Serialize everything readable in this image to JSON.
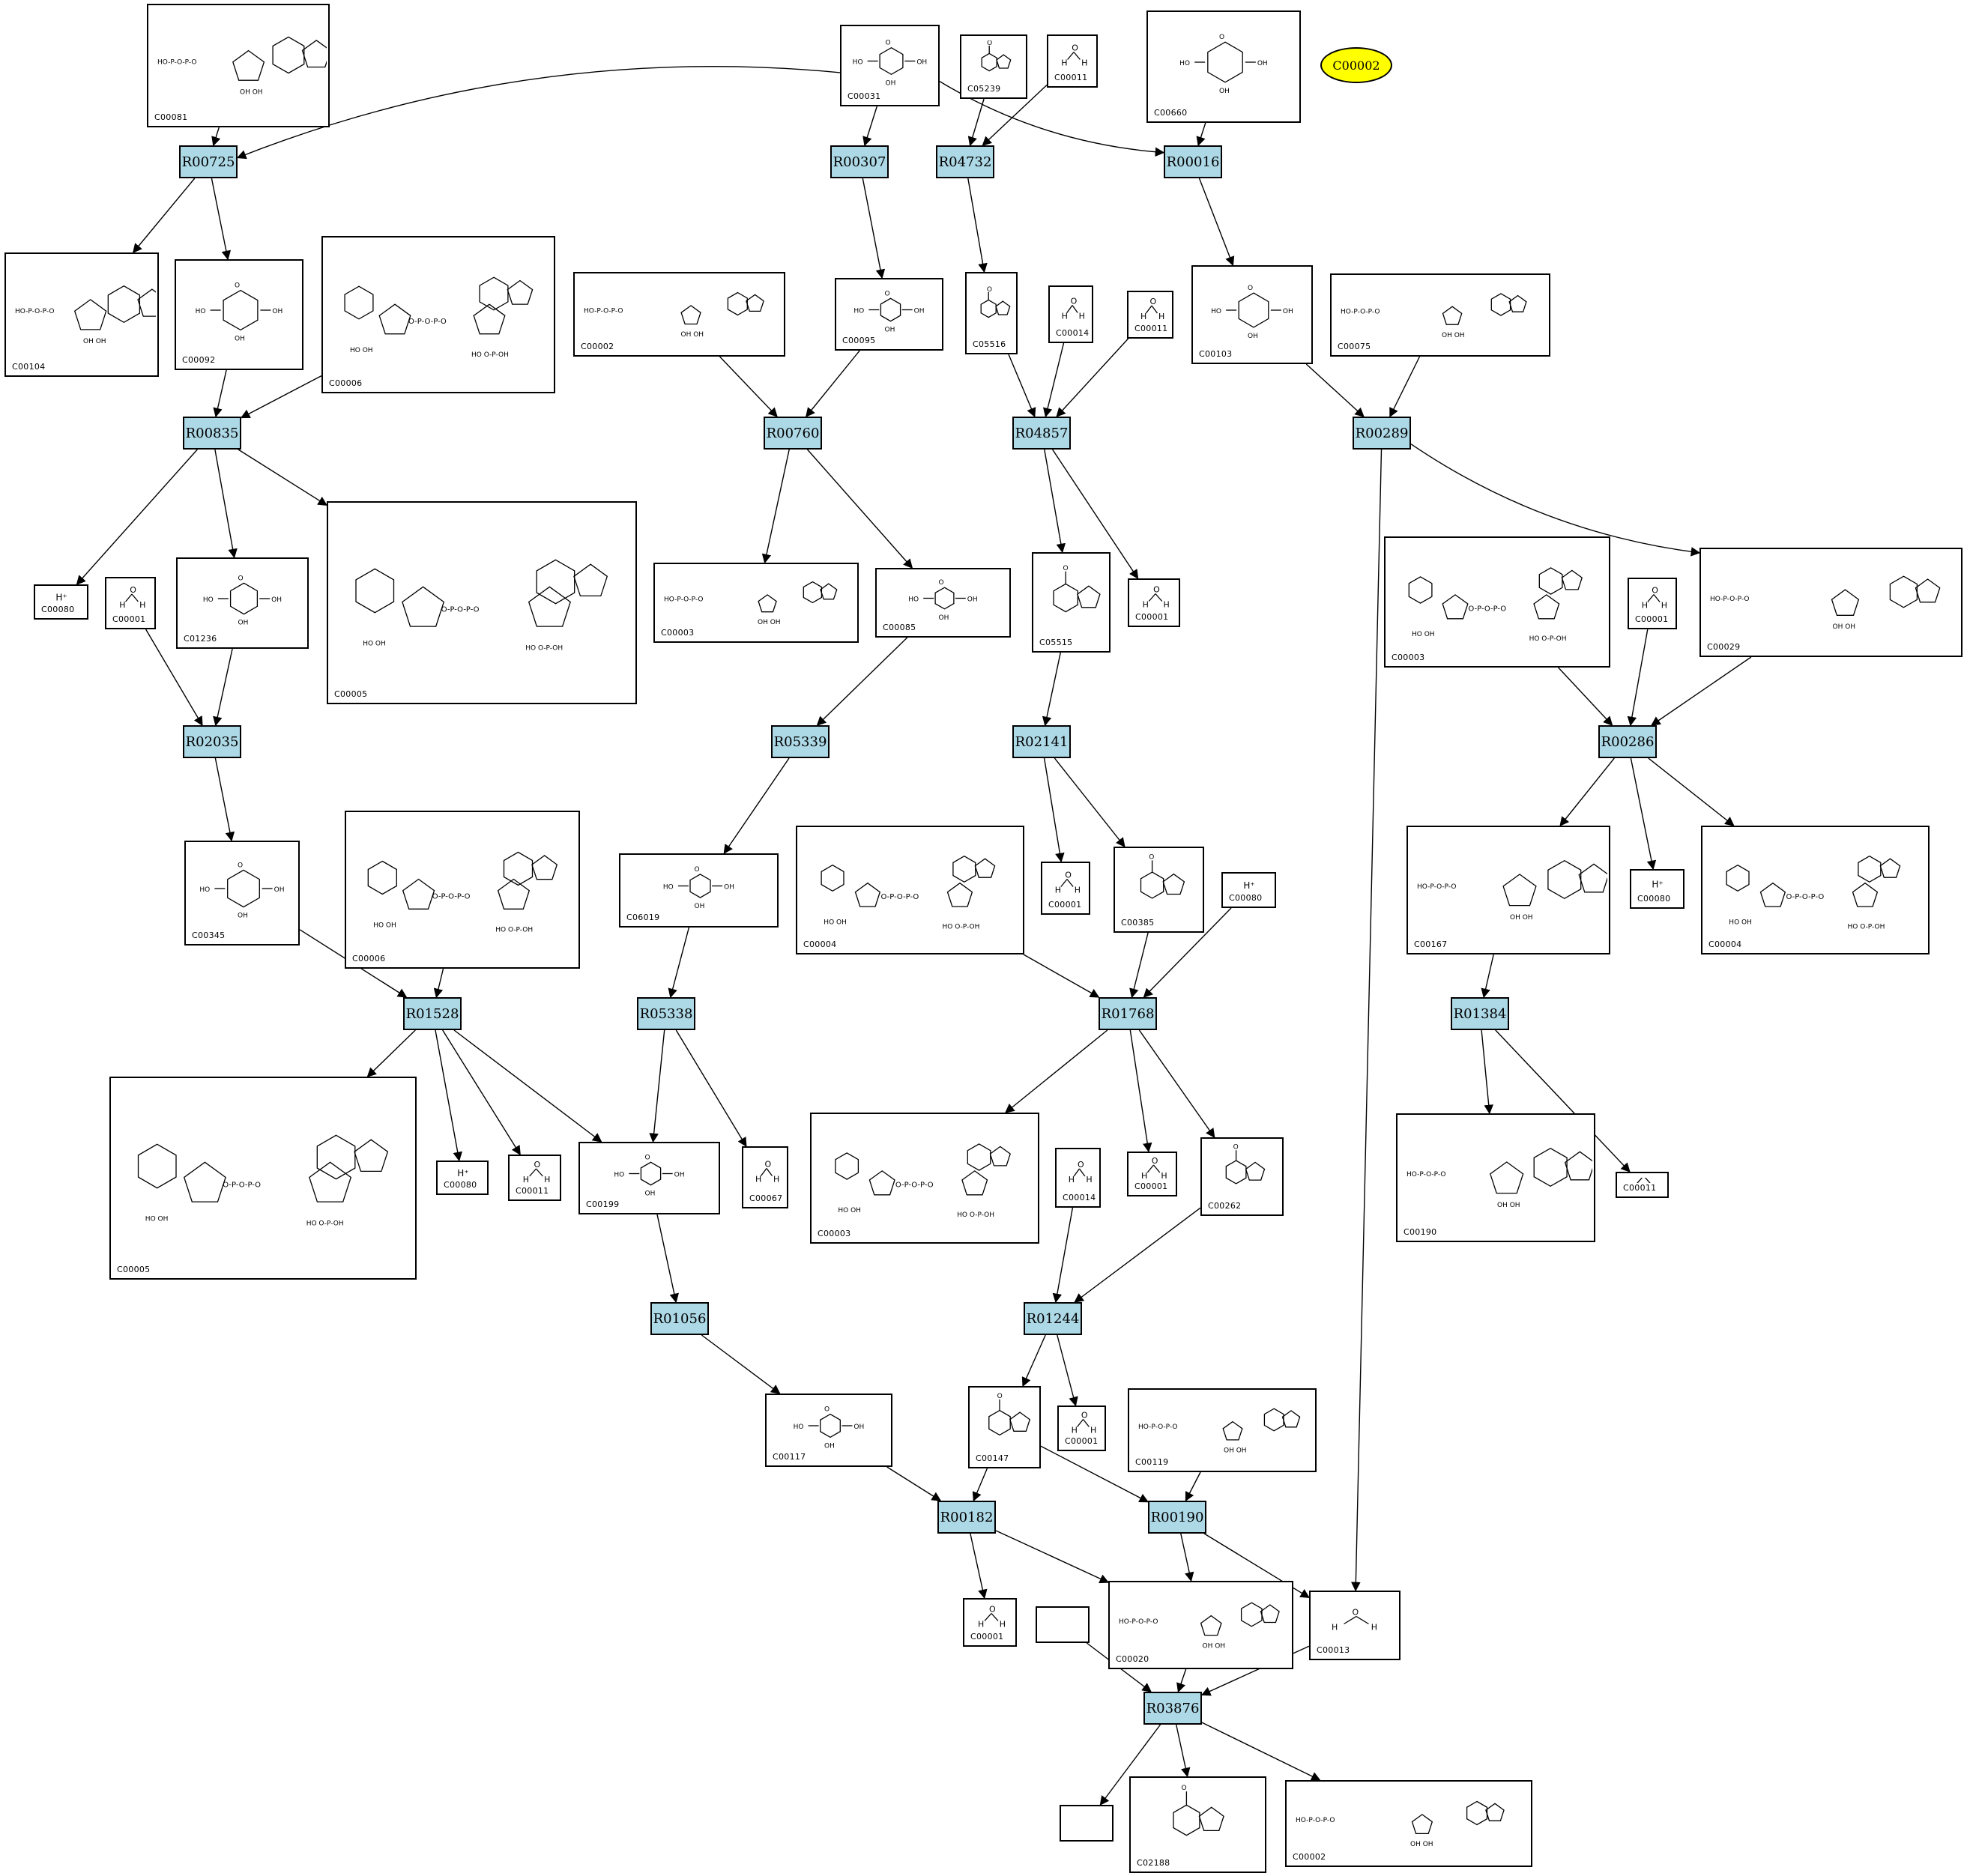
{
  "highlight": {
    "label": "C00002",
    "color": "#ffff00"
  },
  "colors": {
    "reaction_fill": "#add8e6",
    "border": "#000000",
    "highlight": "#ffff00"
  },
  "reactions": [
    {
      "id": "R00725",
      "label": "R00725"
    },
    {
      "id": "R00307",
      "label": "R00307"
    },
    {
      "id": "R04732",
      "label": "R04732"
    },
    {
      "id": "R00016",
      "label": "R00016"
    },
    {
      "id": "R00835",
      "label": "R00835"
    },
    {
      "id": "R00760",
      "label": "R00760"
    },
    {
      "id": "R04857",
      "label": "R04857"
    },
    {
      "id": "R00289",
      "label": "R00289"
    },
    {
      "id": "R02035",
      "label": "R02035"
    },
    {
      "id": "R05339",
      "label": "R05339"
    },
    {
      "id": "R02141",
      "label": "R02141"
    },
    {
      "id": "R00286",
      "label": "R00286"
    },
    {
      "id": "R01528",
      "label": "R01528"
    },
    {
      "id": "R05338",
      "label": "R05338"
    },
    {
      "id": "R01768",
      "label": "R01768"
    },
    {
      "id": "R01384",
      "label": "R01384"
    },
    {
      "id": "R01056",
      "label": "R01056"
    },
    {
      "id": "R01244",
      "label": "R01244"
    },
    {
      "id": "R00182",
      "label": "R00182"
    },
    {
      "id": "R00190",
      "label": "R00190"
    },
    {
      "id": "R03876",
      "label": "R03876"
    }
  ],
  "compounds": [
    {
      "key": "n1",
      "label": "C00081",
      "kind": "nucleotide"
    },
    {
      "key": "n2",
      "label": "C00031",
      "kind": "sugar"
    },
    {
      "key": "n3",
      "label": "C05239",
      "kind": "ring"
    },
    {
      "key": "n4",
      "label": "C00011",
      "kind": "small"
    },
    {
      "key": "n5",
      "label": "C00660",
      "kind": "sugar"
    },
    {
      "key": "n6",
      "label": "C00104",
      "kind": "nucleotide"
    },
    {
      "key": "n7",
      "label": "C00092",
      "kind": "sugar"
    },
    {
      "key": "n8",
      "label": "C00006",
      "kind": "cofactor"
    },
    {
      "key": "n9",
      "label": "C00002",
      "kind": "nucleotide"
    },
    {
      "key": "n10",
      "label": "C00095",
      "kind": "sugar"
    },
    {
      "key": "n11",
      "label": "C05516",
      "kind": "ring"
    },
    {
      "key": "n12",
      "label": "C00014",
      "kind": "small"
    },
    {
      "key": "n13",
      "label": "C00011",
      "kind": "small"
    },
    {
      "key": "n14",
      "label": "C00103",
      "kind": "sugar"
    },
    {
      "key": "n15",
      "label": "C00075",
      "kind": "nucleotide"
    },
    {
      "key": "n16",
      "label": "C00080",
      "kind": "proton"
    },
    {
      "key": "n17",
      "label": "C00001",
      "kind": "small"
    },
    {
      "key": "n18",
      "label": "C01236",
      "kind": "sugar"
    },
    {
      "key": "n19",
      "label": "C00005",
      "kind": "cofactor"
    },
    {
      "key": "n20",
      "label": "C00003",
      "kind": "nucleotide"
    },
    {
      "key": "n21",
      "label": "C00085",
      "kind": "sugar"
    },
    {
      "key": "n22",
      "label": "C05515",
      "kind": "ring"
    },
    {
      "key": "n23",
      "label": "C00001",
      "kind": "small"
    },
    {
      "key": "n24",
      "label": "C00003",
      "kind": "cofactor"
    },
    {
      "key": "n25",
      "label": "C00001",
      "kind": "small"
    },
    {
      "key": "n26",
      "label": "C00029",
      "kind": "nucleotide"
    },
    {
      "key": "n27",
      "label": "C00345",
      "kind": "sugar"
    },
    {
      "key": "n28",
      "label": "C00006",
      "kind": "cofactor"
    },
    {
      "key": "n29",
      "label": "C06019",
      "kind": "sugar"
    },
    {
      "key": "n30",
      "label": "C00004",
      "kind": "cofactor"
    },
    {
      "key": "n31",
      "label": "C00001",
      "kind": "small"
    },
    {
      "key": "n32",
      "label": "C00385",
      "kind": "ring"
    },
    {
      "key": "n33",
      "label": "C00080",
      "kind": "proton"
    },
    {
      "key": "n34",
      "label": "C00167",
      "kind": "nucleotide"
    },
    {
      "key": "n35",
      "label": "C00080",
      "kind": "proton"
    },
    {
      "key": "n36",
      "label": "C00004",
      "kind": "cofactor"
    },
    {
      "key": "n37",
      "label": "C00005",
      "kind": "cofactor"
    },
    {
      "key": "n38",
      "label": "C00080",
      "kind": "proton"
    },
    {
      "key": "n39",
      "label": "C00011",
      "kind": "small"
    },
    {
      "key": "n40",
      "label": "C00199",
      "kind": "sugar"
    },
    {
      "key": "n41",
      "label": "C00067",
      "kind": "small"
    },
    {
      "key": "n42",
      "label": "C00003",
      "kind": "cofactor"
    },
    {
      "key": "n43",
      "label": "C00014",
      "kind": "small"
    },
    {
      "key": "n44",
      "label": "C00001",
      "kind": "small"
    },
    {
      "key": "n45",
      "label": "C00262",
      "kind": "ring"
    },
    {
      "key": "n46",
      "label": "C00190",
      "kind": "nucleotide"
    },
    {
      "key": "n47",
      "label": "C00011",
      "kind": "small"
    },
    {
      "key": "n48",
      "label": "C00117",
      "kind": "sugar"
    },
    {
      "key": "n49",
      "label": "C00147",
      "kind": "ring"
    },
    {
      "key": "n50",
      "label": "C00001",
      "kind": "small"
    },
    {
      "key": "n51",
      "label": "C00119",
      "kind": "nucleotide"
    },
    {
      "key": "n52",
      "label": "C00001",
      "kind": "small"
    },
    {
      "key": "n53",
      "label": "C00020",
      "kind": "nucleotide"
    },
    {
      "key": "n54",
      "label": "C00013",
      "kind": "small"
    },
    {
      "key": "n55",
      "label": "C02188",
      "kind": "ring"
    },
    {
      "key": "n56",
      "label": "C00002",
      "kind": "nucleotide"
    }
  ],
  "empty_nodes": [
    {
      "key": "e1"
    },
    {
      "key": "e2"
    }
  ],
  "edges": [
    {
      "from": "n1",
      "to": "R00725"
    },
    {
      "from": "n2",
      "to": "R00725"
    },
    {
      "from": "R00725",
      "to": "n6"
    },
    {
      "from": "R00725",
      "to": "n7"
    },
    {
      "from": "n2",
      "to": "R00307"
    },
    {
      "from": "R00307",
      "to": "n10"
    },
    {
      "from": "n3",
      "to": "R04732"
    },
    {
      "from": "n4",
      "to": "R04732"
    },
    {
      "from": "R04732",
      "to": "n11"
    },
    {
      "from": "n2",
      "to": "R00016"
    },
    {
      "from": "n5",
      "to": "R00016"
    },
    {
      "from": "R00016",
      "to": "n14"
    },
    {
      "from": "n7",
      "to": "R00835"
    },
    {
      "from": "n8",
      "to": "R00835"
    },
    {
      "from": "R00835",
      "to": "n16"
    },
    {
      "from": "R00835",
      "to": "n18"
    },
    {
      "from": "R00835",
      "to": "n19"
    },
    {
      "from": "n9",
      "to": "R00760"
    },
    {
      "from": "n10",
      "to": "R00760"
    },
    {
      "from": "R00760",
      "to": "n20"
    },
    {
      "from": "R00760",
      "to": "n21"
    },
    {
      "from": "n11",
      "to": "R04857"
    },
    {
      "from": "n12",
      "to": "R04857"
    },
    {
      "from": "n13",
      "to": "R04857"
    },
    {
      "from": "R04857",
      "to": "n22"
    },
    {
      "from": "R04857",
      "to": "n23"
    },
    {
      "from": "n14",
      "to": "R00289"
    },
    {
      "from": "n15",
      "to": "R00289"
    },
    {
      "from": "R00289",
      "to": "n26"
    },
    {
      "from": "R00289",
      "to": "n54"
    },
    {
      "from": "n17",
      "to": "R02035"
    },
    {
      "from": "n18",
      "to": "R02035"
    },
    {
      "from": "R02035",
      "to": "n27"
    },
    {
      "from": "n21",
      "to": "R05339"
    },
    {
      "from": "R05339",
      "to": "n29"
    },
    {
      "from": "n22",
      "to": "R02141"
    },
    {
      "from": "R02141",
      "to": "n31"
    },
    {
      "from": "R02141",
      "to": "n32"
    },
    {
      "from": "n24",
      "to": "R00286"
    },
    {
      "from": "n25",
      "to": "R00286"
    },
    {
      "from": "n26",
      "to": "R00286"
    },
    {
      "from": "R00286",
      "to": "n34"
    },
    {
      "from": "R00286",
      "to": "n35"
    },
    {
      "from": "R00286",
      "to": "n36"
    },
    {
      "from": "n27",
      "to": "R01528"
    },
    {
      "from": "n28",
      "to": "R01528"
    },
    {
      "from": "R01528",
      "to": "n37"
    },
    {
      "from": "R01528",
      "to": "n38"
    },
    {
      "from": "R01528",
      "to": "n39"
    },
    {
      "from": "R01528",
      "to": "n40"
    },
    {
      "from": "n29",
      "to": "R05338"
    },
    {
      "from": "R05338",
      "to": "n40"
    },
    {
      "from": "R05338",
      "to": "n41"
    },
    {
      "from": "n30",
      "to": "R01768"
    },
    {
      "from": "n32",
      "to": "R01768"
    },
    {
      "from": "n33",
      "to": "R01768"
    },
    {
      "from": "R01768",
      "to": "n42"
    },
    {
      "from": "R01768",
      "to": "n44"
    },
    {
      "from": "R01768",
      "to": "n45"
    },
    {
      "from": "n34",
      "to": "R01384"
    },
    {
      "from": "R01384",
      "to": "n46"
    },
    {
      "from": "R01384",
      "to": "n47"
    },
    {
      "from": "n40",
      "to": "R01056"
    },
    {
      "from": "R01056",
      "to": "n48"
    },
    {
      "from": "n43",
      "to": "R01244"
    },
    {
      "from": "n45",
      "to": "R01244"
    },
    {
      "from": "R01244",
      "to": "n49"
    },
    {
      "from": "R01244",
      "to": "n50"
    },
    {
      "from": "n48",
      "to": "R00182"
    },
    {
      "from": "n49",
      "to": "R00182"
    },
    {
      "from": "R00182",
      "to": "n52"
    },
    {
      "from": "R00182",
      "to": "n53"
    },
    {
      "from": "n49",
      "to": "R00190"
    },
    {
      "from": "n51",
      "to": "R00190"
    },
    {
      "from": "R00190",
      "to": "n53"
    },
    {
      "from": "R00190",
      "to": "n54"
    },
    {
      "from": "e1",
      "to": "R03876"
    },
    {
      "from": "n53",
      "to": "R03876"
    },
    {
      "from": "n54",
      "to": "R03876"
    },
    {
      "from": "R03876",
      "to": "e2"
    },
    {
      "from": "R03876",
      "to": "n55"
    },
    {
      "from": "R03876",
      "to": "n56"
    }
  ]
}
